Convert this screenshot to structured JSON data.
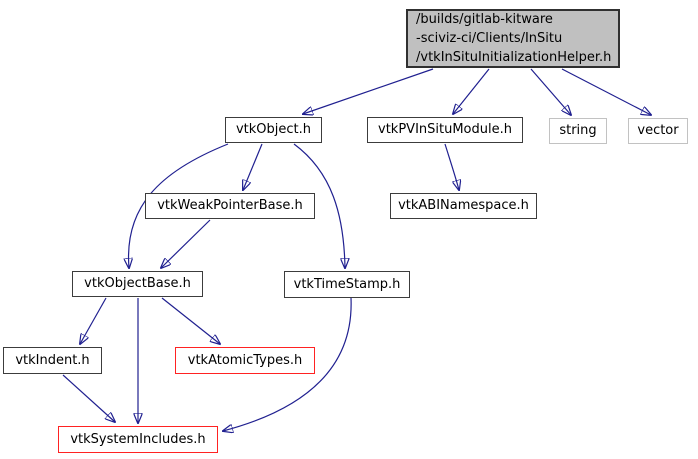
{
  "diagram": {
    "kind": "include-dependency-graph",
    "colors": {
      "edge_color": "#202090",
      "node_border": "#3c3c3c",
      "focus_fill": "#c0c0c0",
      "focus_border": "#303030",
      "system_border": "#c2c2c2",
      "truncated_border": "#ff2222",
      "background": "#ffffff",
      "text": "#000000"
    },
    "nodes": [
      {
        "id": "main",
        "label": "/builds/gitlab-kitware\n-sciviz-ci/Clients/InSitu\n/vtkInSituInitializationHelper.h",
        "type": "focus"
      },
      {
        "id": "vtkObject",
        "label": "vtkObject.h",
        "type": "header"
      },
      {
        "id": "vtkPVInSituModule",
        "label": "vtkPVInSituModule.h",
        "type": "header"
      },
      {
        "id": "string",
        "label": "string",
        "type": "system"
      },
      {
        "id": "vector",
        "label": "vector",
        "type": "system"
      },
      {
        "id": "vtkWeakPointerBase",
        "label": "vtkWeakPointerBase.h",
        "type": "header"
      },
      {
        "id": "vtkABINamespace",
        "label": "vtkABINamespace.h",
        "type": "header"
      },
      {
        "id": "vtkObjectBase",
        "label": "vtkObjectBase.h",
        "type": "header"
      },
      {
        "id": "vtkTimeStamp",
        "label": "vtkTimeStamp.h",
        "type": "header"
      },
      {
        "id": "vtkIndent",
        "label": "vtkIndent.h",
        "type": "header"
      },
      {
        "id": "vtkAtomicTypes",
        "label": "vtkAtomicTypes.h",
        "type": "truncated"
      },
      {
        "id": "vtkSystemIncludes",
        "label": "vtkSystemIncludes.h",
        "type": "truncated"
      }
    ],
    "edges": [
      {
        "from": "main",
        "to": "vtkObject"
      },
      {
        "from": "main",
        "to": "vtkPVInSituModule"
      },
      {
        "from": "main",
        "to": "string"
      },
      {
        "from": "main",
        "to": "vector"
      },
      {
        "from": "vtkObject",
        "to": "vtkWeakPointerBase"
      },
      {
        "from": "vtkObject",
        "to": "vtkObjectBase"
      },
      {
        "from": "vtkObject",
        "to": "vtkTimeStamp"
      },
      {
        "from": "vtkPVInSituModule",
        "to": "vtkABINamespace"
      },
      {
        "from": "vtkWeakPointerBase",
        "to": "vtkObjectBase"
      },
      {
        "from": "vtkObjectBase",
        "to": "vtkIndent"
      },
      {
        "from": "vtkObjectBase",
        "to": "vtkAtomicTypes"
      },
      {
        "from": "vtkObjectBase",
        "to": "vtkSystemIncludes"
      },
      {
        "from": "vtkIndent",
        "to": "vtkSystemIncludes"
      },
      {
        "from": "vtkTimeStamp",
        "to": "vtkSystemIncludes"
      }
    ]
  }
}
